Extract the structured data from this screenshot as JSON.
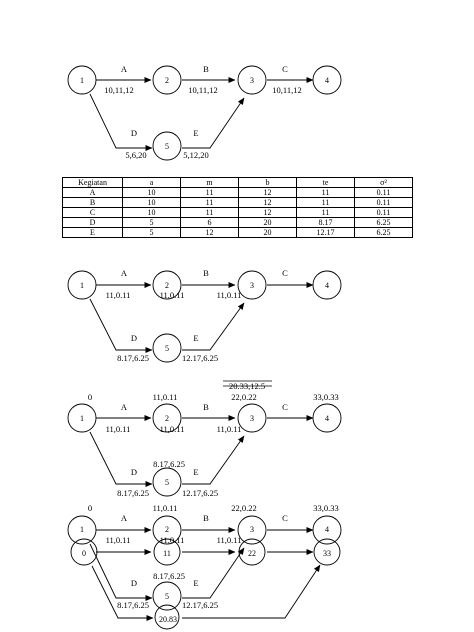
{
  "diagram1": {
    "nodes": [
      "1",
      "2",
      "3",
      "4",
      "5"
    ],
    "edges": [
      {
        "label": "A",
        "value": "10,11,12"
      },
      {
        "label": "B",
        "value": "10,11,12"
      },
      {
        "label": "C",
        "value": "10,11,12"
      },
      {
        "label": "D",
        "value": "5,6,20"
      },
      {
        "label": "E",
        "value": "5,12,20"
      }
    ]
  },
  "table": {
    "headers": [
      "Kegiatan",
      "a",
      "m",
      "b",
      "te",
      "σ²"
    ],
    "rows": [
      [
        "A",
        "10",
        "11",
        "12",
        "11",
        "0.11"
      ],
      [
        "B",
        "10",
        "11",
        "12",
        "11",
        "0.11"
      ],
      [
        "C",
        "10",
        "11",
        "12",
        "11",
        "0.11"
      ],
      [
        "D",
        "5",
        "6",
        "20",
        "8.17",
        "6.25"
      ],
      [
        "E",
        "5",
        "12",
        "20",
        "12.17",
        "6.25"
      ]
    ]
  },
  "diagram2": {
    "nodes": [
      "1",
      "2",
      "3",
      "4",
      "5"
    ],
    "edges": [
      {
        "label": "A",
        "value": "11,0.11"
      },
      {
        "label": "B",
        "value": "11,0.11"
      },
      {
        "label": "C",
        "value": "11,0.11"
      },
      {
        "label": "D",
        "value": "8.17,6.25"
      },
      {
        "label": "E",
        "value": "12.17,6.25"
      }
    ]
  },
  "diagram3": {
    "nodes": [
      "1",
      "2",
      "3",
      "4",
      "5"
    ],
    "edges": [
      {
        "label": "A",
        "value": "11,0.11"
      },
      {
        "label": "B",
        "value": "11,0.11"
      },
      {
        "label": "C",
        "value": "11,0.11"
      },
      {
        "label": "D",
        "value": "8.17,6.25"
      },
      {
        "label": "E",
        "value": "12.17,6.25"
      }
    ],
    "times": {
      "n1": "0",
      "n2": "11,0.11",
      "n3_struck": "20.33,12.5",
      "n3": "22,0.22",
      "n4": "33,0.33",
      "n5": "8.17,6.25"
    }
  },
  "diagram4": {
    "nodes": [
      "1",
      "2",
      "3",
      "4",
      "5"
    ],
    "latest": [
      "0",
      "11",
      "22",
      "33",
      "20.83"
    ],
    "edges": [
      {
        "label": "A",
        "value": "11,0.11"
      },
      {
        "label": "B",
        "value": "11,0.11"
      },
      {
        "label": "C",
        "value": ""
      },
      {
        "label": "D",
        "value": "8.17,6.25"
      },
      {
        "label": "E",
        "value": "12.17,6.25"
      }
    ],
    "times": {
      "n1": "0",
      "n2": "11,0.11",
      "n3": "22,0.22",
      "n4": "33,0.33",
      "n5": "8.17,6.25"
    }
  }
}
